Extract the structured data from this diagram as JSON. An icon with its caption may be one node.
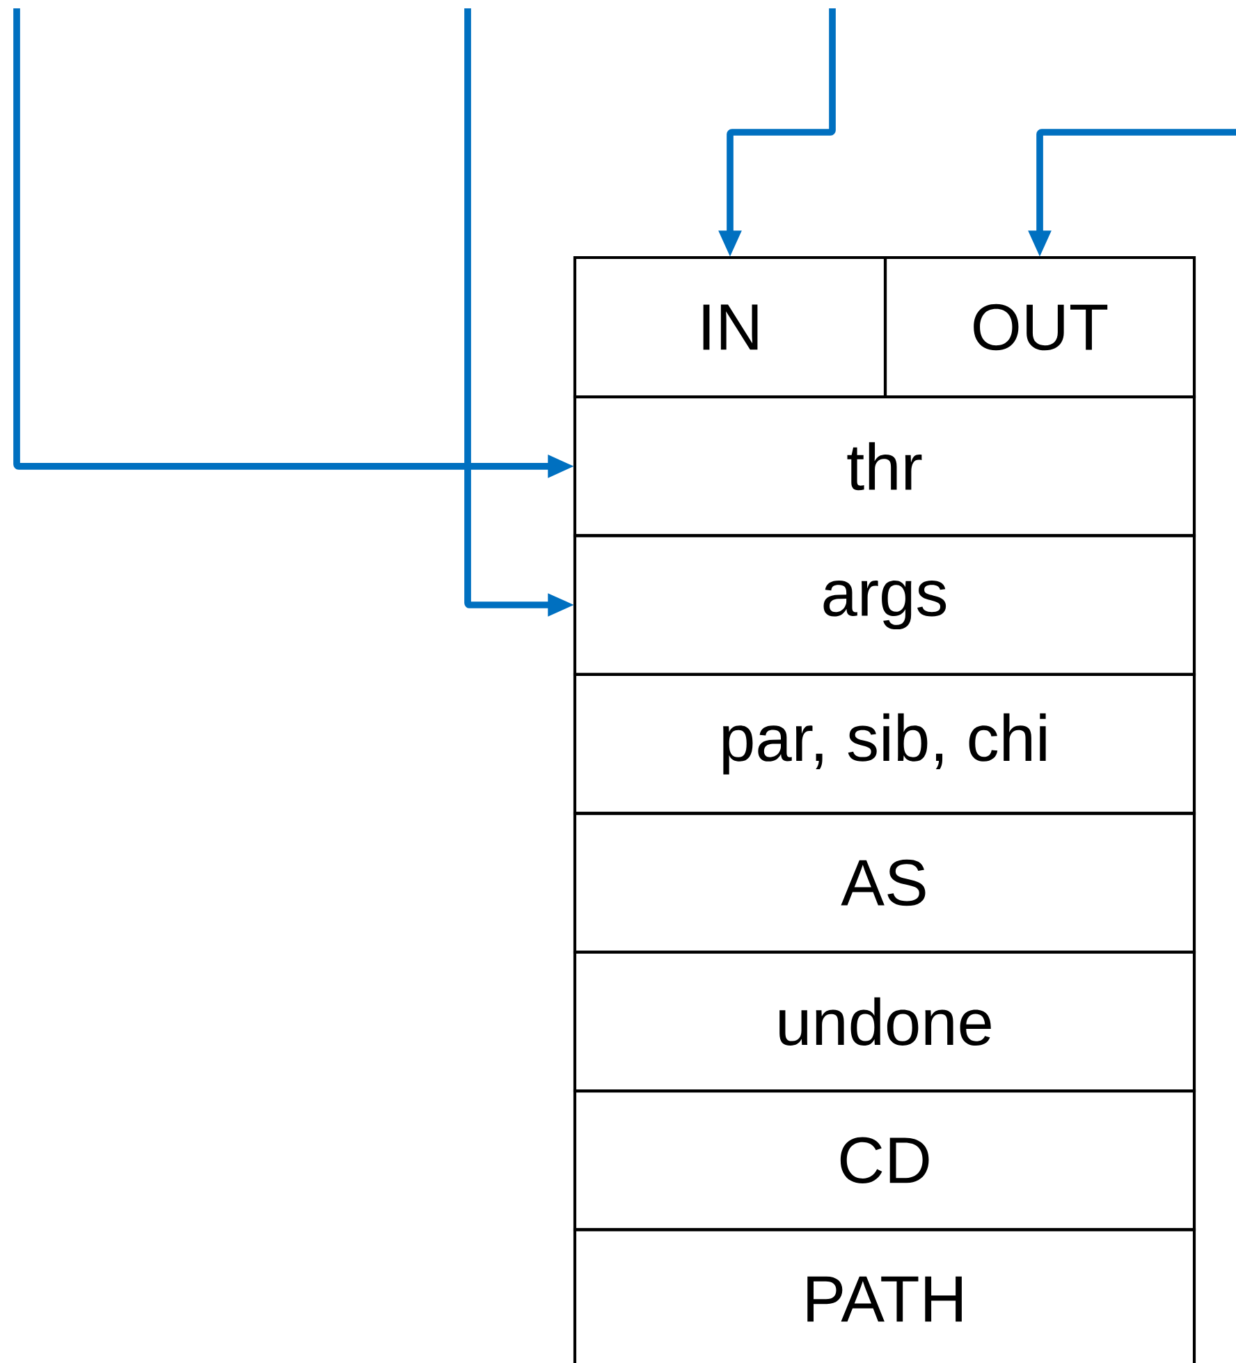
{
  "diagram": {
    "nodes": [
      {
        "text": [
          "IN"
        ]
      },
      {
        "text": [
          "OUT"
        ]
      },
      {
        "text": [
          "thr"
        ]
      },
      {
        "text": [
          "args"
        ]
      },
      {
        "text": [
          "par, sib, chi"
        ]
      },
      {
        "text": [
          "AS"
        ]
      },
      {
        "text": [
          "undone"
        ]
      },
      {
        "text": [
          "CD"
        ]
      },
      {
        "text": [
          "PATH"
        ]
      }
    ],
    "edges": [
      {
        "from": null,
        "to": 0,
        "arrow": "to"
      },
      {
        "from": null,
        "to": 1,
        "arrow": "to"
      },
      {
        "from": null,
        "to": 2,
        "arrow": "to"
      },
      {
        "from": null,
        "to": 3,
        "arrow": "to"
      }
    ]
  }
}
